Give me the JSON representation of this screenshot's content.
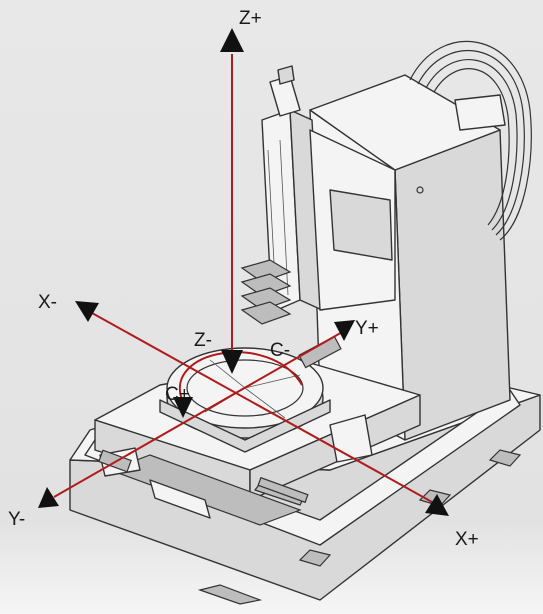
{
  "colors": {
    "axis": "#b01c1c",
    "arrow": "#111111",
    "background": "#e6e6e6"
  },
  "axes": {
    "z_plus": "Z+",
    "z_minus": "Z-",
    "x_plus": "X+",
    "x_minus": "X-",
    "y_plus": "Y+",
    "y_minus": "Y-",
    "c_plus": "C+",
    "c_minus": "C-"
  }
}
